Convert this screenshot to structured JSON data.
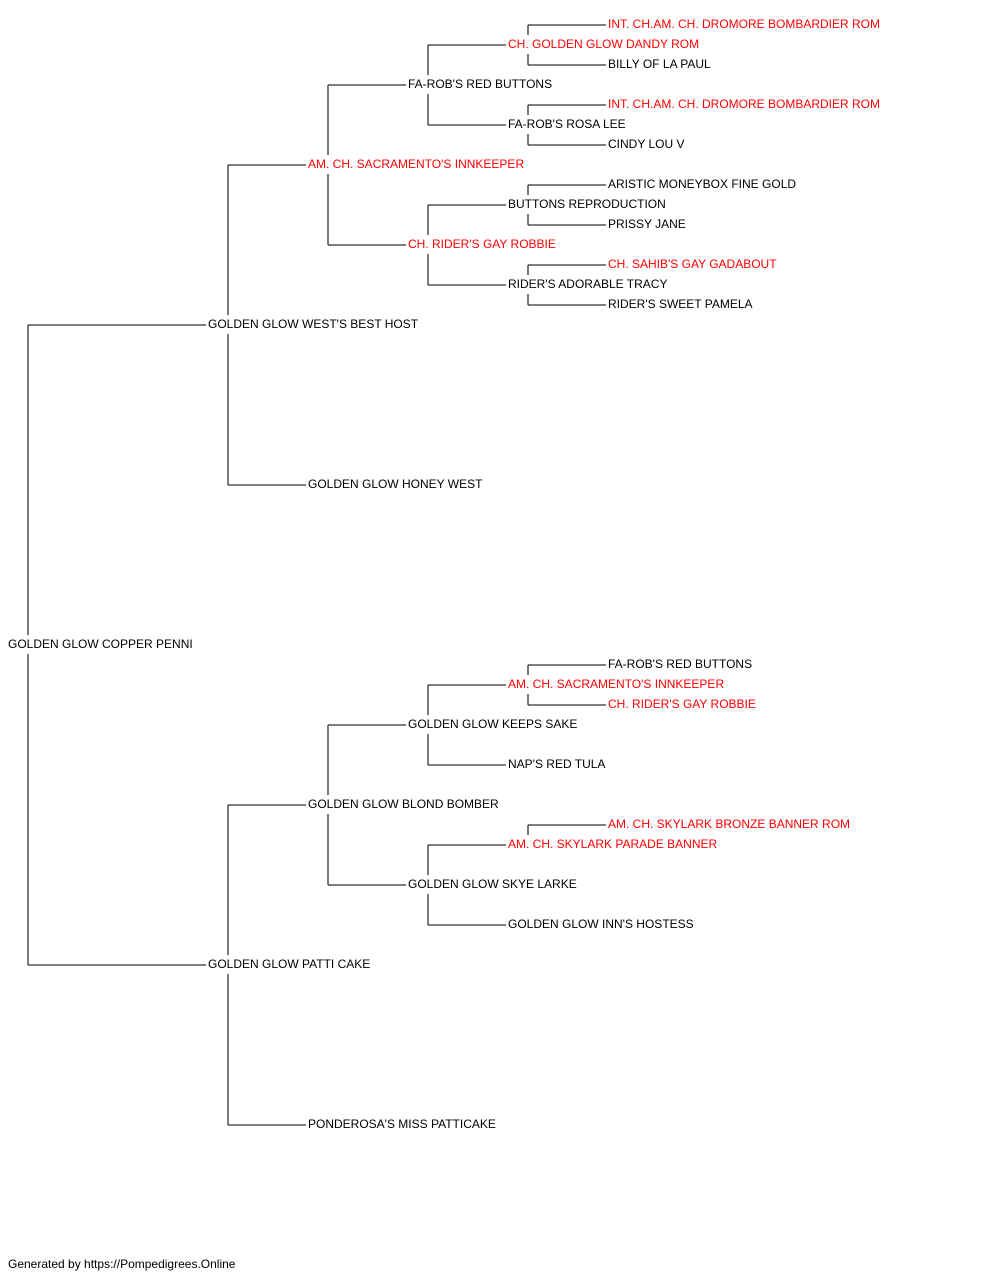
{
  "colors": {
    "titled": "#ff0000",
    "normal": "#000000",
    "line": "#333333"
  },
  "pedigree": {
    "subject": "GOLDEN GLOW COPPER PENNI",
    "ancestors": [
      {
        "id": "s",
        "name": "GOLDEN GLOW WEST'S BEST HOST",
        "titled": false
      },
      {
        "id": "ss",
        "name": "AM. CH. SACRAMENTO'S INNKEEPER",
        "titled": true
      },
      {
        "id": "sss",
        "name": "FA-ROB'S RED BUTTONS",
        "titled": false
      },
      {
        "id": "ssss",
        "name": "CH. GOLDEN GLOW DANDY ROM",
        "titled": true
      },
      {
        "id": "sssss",
        "name": "INT. CH.AM. CH. DROMORE BOMBARDIER ROM",
        "titled": true
      },
      {
        "id": "ssssd",
        "name": "BILLY OF LA PAUL",
        "titled": false
      },
      {
        "id": "sssd",
        "name": "FA-ROB'S ROSA LEE",
        "titled": false
      },
      {
        "id": "sssds",
        "name": "INT. CH.AM. CH. DROMORE BOMBARDIER ROM",
        "titled": true
      },
      {
        "id": "sssdd",
        "name": "CINDY LOU V",
        "titled": false
      },
      {
        "id": "ssd",
        "name": "CH. RIDER'S GAY ROBBIE",
        "titled": true
      },
      {
        "id": "ssds",
        "name": "BUTTONS REPRODUCTION",
        "titled": false
      },
      {
        "id": "ssdss",
        "name": "ARISTIC MONEYBOX FINE GOLD",
        "titled": false
      },
      {
        "id": "ssdsd",
        "name": "PRISSY JANE",
        "titled": false
      },
      {
        "id": "ssdd",
        "name": "RIDER'S ADORABLE TRACY",
        "titled": false
      },
      {
        "id": "ssdds",
        "name": "CH. SAHIB'S GAY GADABOUT",
        "titled": true
      },
      {
        "id": "ssddd",
        "name": "RIDER'S SWEET PAMELA",
        "titled": false
      },
      {
        "id": "sd",
        "name": "GOLDEN GLOW HONEY WEST",
        "titled": false
      },
      {
        "id": "d",
        "name": "GOLDEN GLOW PATTI CAKE",
        "titled": false
      },
      {
        "id": "ds",
        "name": "GOLDEN GLOW BLOND BOMBER",
        "titled": false
      },
      {
        "id": "dss",
        "name": "GOLDEN GLOW KEEPS SAKE",
        "titled": false
      },
      {
        "id": "dsss",
        "name": "AM. CH. SACRAMENTO'S INNKEEPER",
        "titled": true
      },
      {
        "id": "dssss",
        "name": "FA-ROB'S RED BUTTONS",
        "titled": false
      },
      {
        "id": "dsssd",
        "name": "CH. RIDER'S GAY ROBBIE",
        "titled": true
      },
      {
        "id": "dssd",
        "name": "NAP'S RED TULA",
        "titled": false
      },
      {
        "id": "dsd",
        "name": "GOLDEN GLOW SKYE LARKE",
        "titled": false
      },
      {
        "id": "dsds",
        "name": "AM. CH. SKYLARK PARADE BANNER",
        "titled": true
      },
      {
        "id": "dsdss",
        "name": "AM. CH. SKYLARK BRONZE BANNER ROM",
        "titled": true
      },
      {
        "id": "dsdd",
        "name": "GOLDEN GLOW INN'S HOSTESS",
        "titled": false
      },
      {
        "id": "dd",
        "name": "PONDEROSA'S MISS PATTICAKE",
        "titled": false
      }
    ]
  },
  "footer": "Generated by https://Pompedigrees.Online"
}
